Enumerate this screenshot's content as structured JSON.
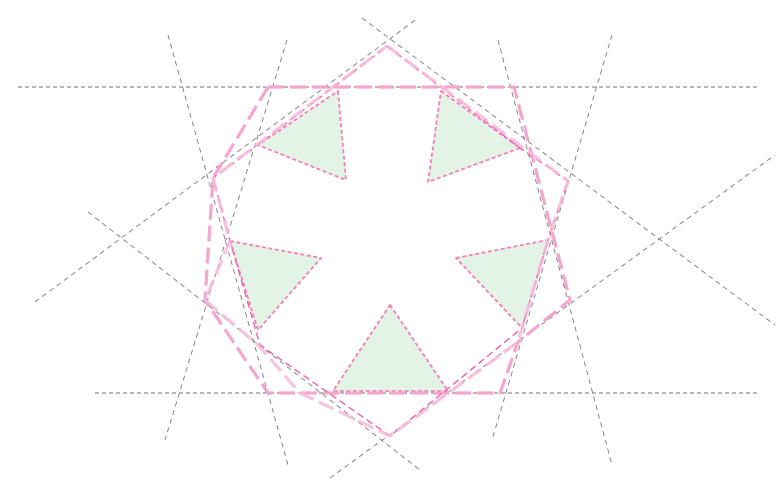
{
  "diagram": {
    "kind": "geometric construction",
    "colors": {
      "guide": "#7a7a7a",
      "polygon_light": "#f4a6cf",
      "polygon_dark": "#ee5fb0",
      "triangle_fill": "#e3f4e6",
      "triangle_stroke": "#f47fb2"
    },
    "shaded_triangle_count": 5,
    "polygon_count": 2
  }
}
